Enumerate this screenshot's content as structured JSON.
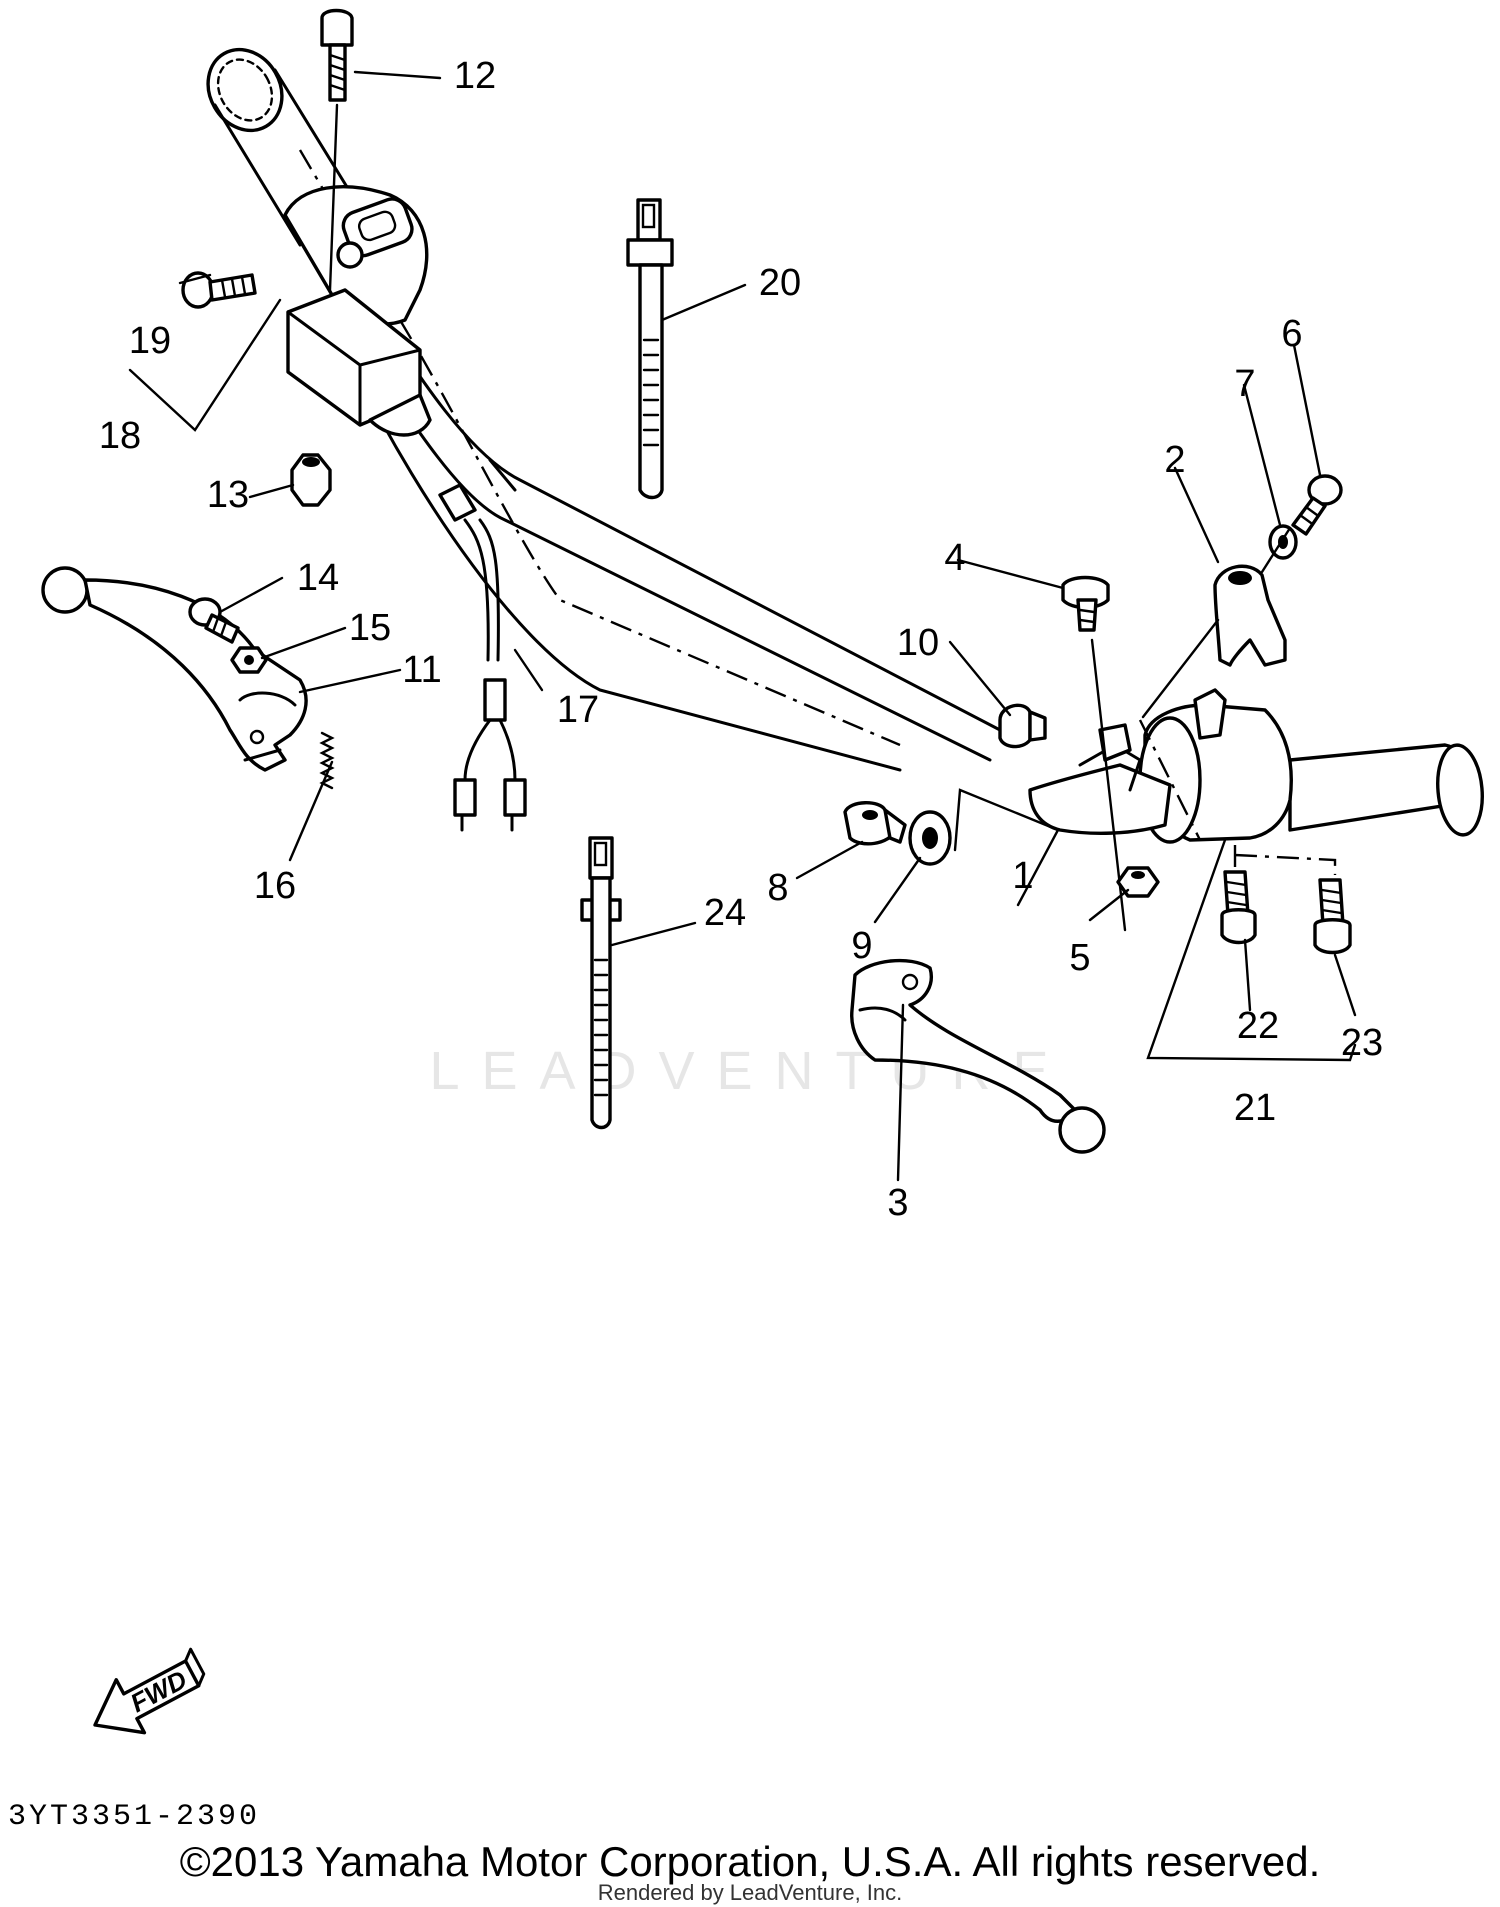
{
  "diagram": {
    "drawing_code": "3YT3351-2390",
    "copyright": "©2013 Yamaha Motor Corporation, U.S.A. All rights reserved.",
    "rendered_by": "Rendered by LeadVenture, Inc.",
    "watermark": "LEADVENTURE",
    "fwd_label": "FWD",
    "callouts": [
      "1",
      "2",
      "3",
      "4",
      "5",
      "6",
      "7",
      "8",
      "9",
      "10",
      "11",
      "12",
      "13",
      "14",
      "15",
      "16",
      "17",
      "18",
      "19",
      "20",
      "21",
      "22",
      "23",
      "24"
    ]
  }
}
